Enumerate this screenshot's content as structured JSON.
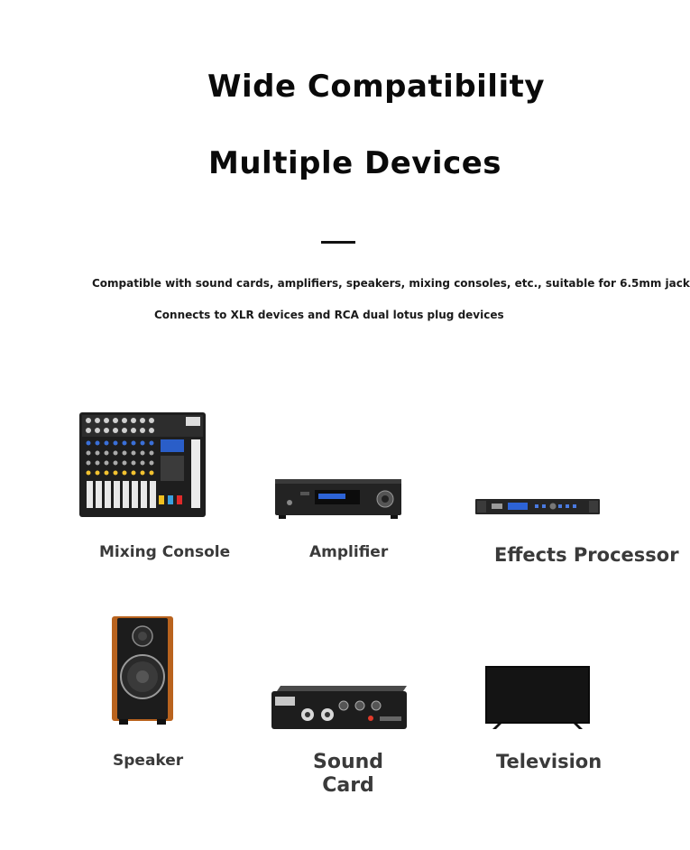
{
  "heading": {
    "line1": "Wide Compatibility",
    "line2": "Multiple Devices"
  },
  "description": {
    "line1": "Compatible with sound cards, amplifiers, speakers, mixing consoles, etc., suitable for 6.5mm jack",
    "line2": "Connects to XLR devices and RCA dual lotus plug devices"
  },
  "devices": [
    {
      "label": "Mixing Console",
      "icon": "mixing-console-image"
    },
    {
      "label": "Amplifier",
      "icon": "amplifier-image"
    },
    {
      "label": "Effects Processor",
      "icon": "effects-processor-image"
    },
    {
      "label": "Speaker",
      "icon": "speaker-image"
    },
    {
      "label_line1": "Sound",
      "label_line2": "Card",
      "icon": "sound-card-image"
    },
    {
      "label": "Television",
      "icon": "television-image"
    }
  ]
}
